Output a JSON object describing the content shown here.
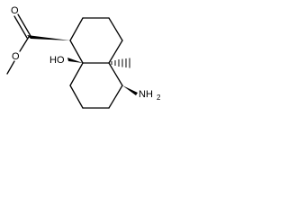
{
  "molecule": {
    "atoms": {
      "carbonyl_oxygen": "O",
      "ester_oxygen": "O",
      "hydroxyl": "HO",
      "amine_main": "NH",
      "amine_sub": "2"
    },
    "colors": {
      "bonds": "#000000",
      "labels": "#000000",
      "background": "#ffffff"
    }
  }
}
